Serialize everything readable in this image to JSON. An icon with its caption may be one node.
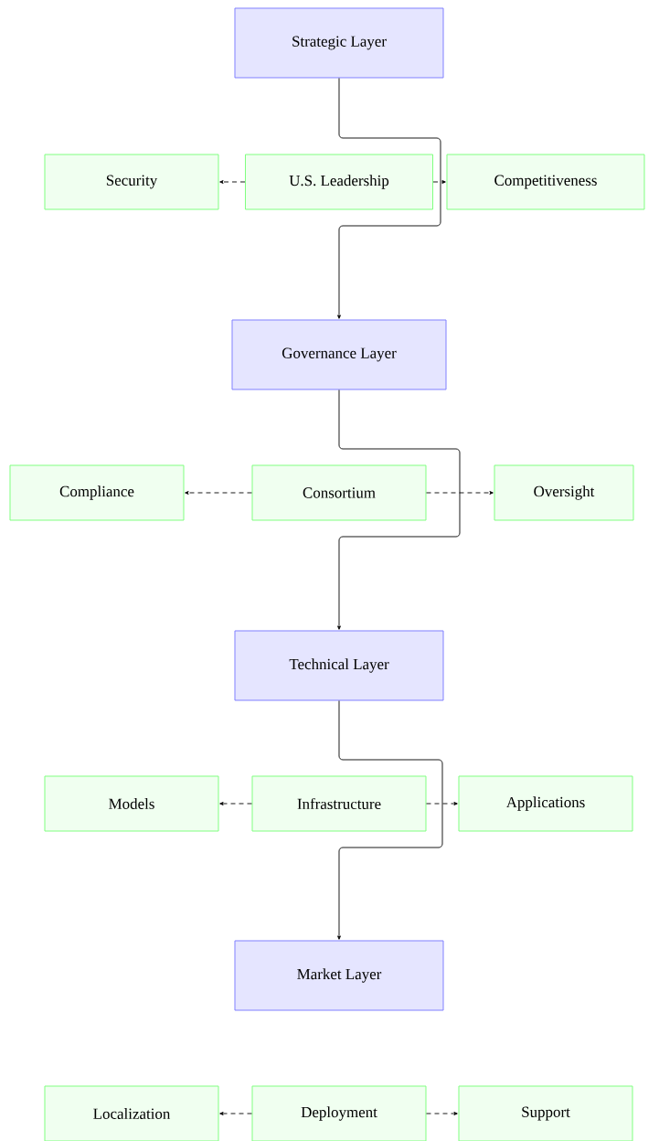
{
  "diagram": {
    "nodes": [
      {
        "text": [
          "Strategic Layer"
        ]
      },
      {
        "text": [
          "Security"
        ]
      },
      {
        "text": [
          "U.S. Leadership"
        ]
      },
      {
        "text": [
          "Competitiveness"
        ]
      },
      {
        "text": [
          "Governance Layer"
        ]
      },
      {
        "text": [
          "Compliance"
        ]
      },
      {
        "text": [
          "Consortium"
        ]
      },
      {
        "text": [
          "Oversight"
        ]
      },
      {
        "text": [
          "Technical Layer"
        ]
      },
      {
        "text": [
          "Models"
        ]
      },
      {
        "text": [
          "Infrastructure"
        ]
      },
      {
        "text": [
          "Applications"
        ]
      },
      {
        "text": [
          "Market Layer"
        ]
      },
      {
        "text": [
          "Localization"
        ]
      },
      {
        "text": [
          "Deployment"
        ]
      },
      {
        "text": [
          "Support"
        ]
      }
    ],
    "edges": [
      {
        "from": 0,
        "to": 4,
        "arrow": "to"
      },
      {
        "from": 4,
        "to": 8,
        "arrow": "to"
      },
      {
        "from": 8,
        "to": 12,
        "arrow": "to"
      },
      {
        "from": 2,
        "to": 1,
        "arrow": "to",
        "style": "dashed"
      },
      {
        "from": 2,
        "to": 3,
        "arrow": "to",
        "style": "dashed"
      },
      {
        "from": 6,
        "to": 5,
        "arrow": "to",
        "style": "dashed"
      },
      {
        "from": 6,
        "to": 7,
        "arrow": "to",
        "style": "dashed"
      },
      {
        "from": 10,
        "to": 9,
        "arrow": "to",
        "style": "dashed"
      },
      {
        "from": 10,
        "to": 11,
        "arrow": "to",
        "style": "dashed"
      },
      {
        "from": 14,
        "to": 13,
        "arrow": "to",
        "style": "dashed"
      },
      {
        "from": 14,
        "to": 15,
        "arrow": "to",
        "style": "dashed"
      }
    ]
  }
}
